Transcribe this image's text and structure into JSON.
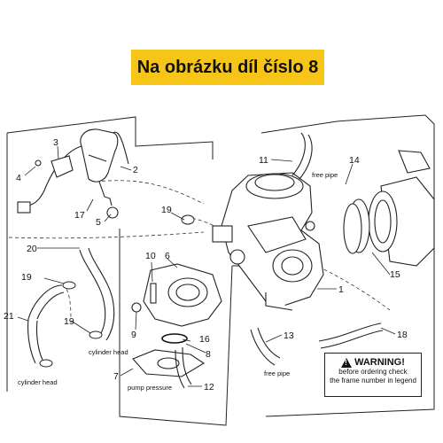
{
  "banner": {
    "text": "Na obrázku díl číslo 8"
  },
  "warning": {
    "title": "WARNING!",
    "line1": "before ordering check",
    "line2": "the frame number in legend"
  },
  "notes": {
    "free_pipe_top": "free pipe",
    "free_pipe_bottom": "free pipe",
    "cylinder_head_a": "cylinder head",
    "cylinder_head_b": "cylinder head",
    "pump_pressure": "pump pressure"
  },
  "callouts": {
    "p1": "1",
    "p2": "2",
    "p3": "3",
    "p4": "4",
    "p5": "5",
    "p6": "6",
    "p7": "7",
    "p8": "8",
    "p9": "9",
    "p10": "10",
    "p11": "11",
    "p12": "12",
    "p13": "13",
    "p14": "14",
    "p15": "15",
    "p16": "16",
    "p17": "17",
    "p18": "18",
    "p19a": "19",
    "p19b": "19",
    "p19c": "19",
    "p20": "20",
    "p21": "21"
  },
  "colors": {
    "banner": "#f7c518",
    "line": "#222222"
  }
}
